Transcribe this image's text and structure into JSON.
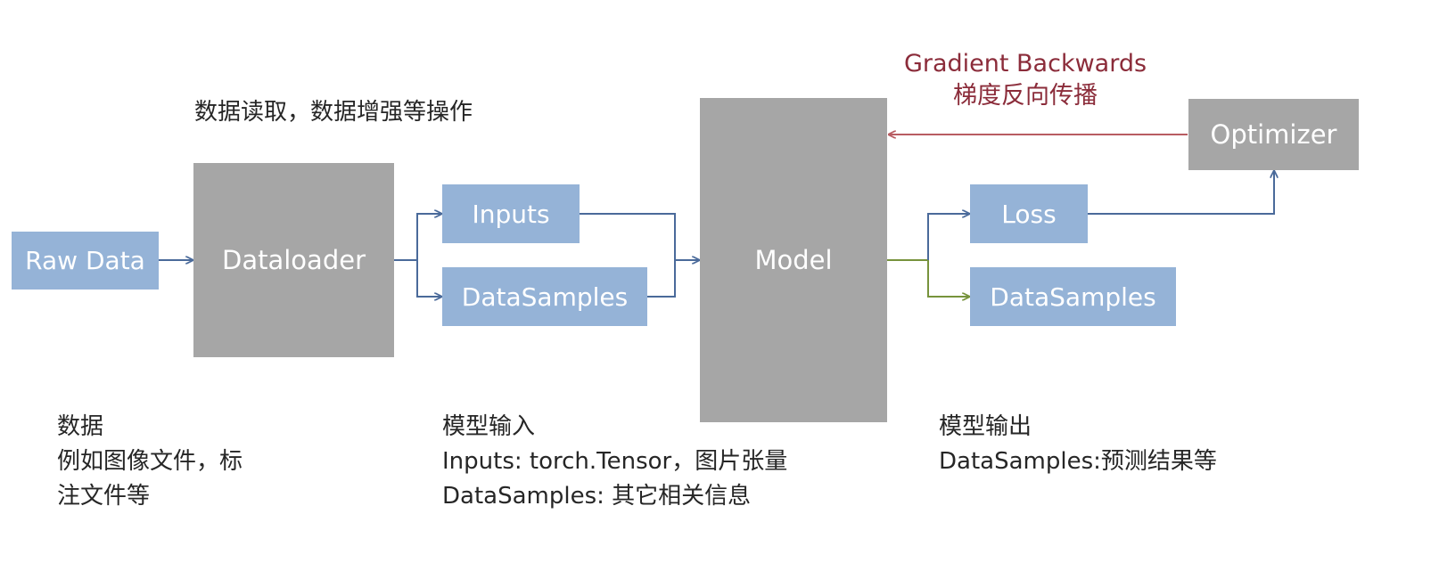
{
  "boxes": {
    "raw_data": "Raw Data",
    "dataloader": "Dataloader",
    "inputs": "Inputs",
    "datasamples_in": "DataSamples",
    "model": "Model",
    "loss": "Loss",
    "datasamples_out": "DataSamples",
    "optimizer": "Optimizer"
  },
  "captions": {
    "dataloader_ops": "数据读取，数据增强等操作",
    "gradient_en": "Gradient Backwards",
    "gradient_zh": "梯度反向传播",
    "data_lines": [
      "数据",
      "例如图像文件，标",
      "注文件等"
    ],
    "model_input_lines": [
      "模型输入",
      "Inputs: torch.Tensor，图片张量",
      "DataSamples: 其它相关信息"
    ],
    "model_output_lines": [
      "模型输出",
      "DataSamples:预测结果等"
    ]
  },
  "colors": {
    "blue_box": "#95b3d7",
    "gray_box": "#a6a6a6",
    "flow_arrow": "#4a6a9a",
    "output_arrow": "#77933c",
    "gradient_arrow": "#b85c62",
    "gradient_text": "#8b2c3a"
  }
}
